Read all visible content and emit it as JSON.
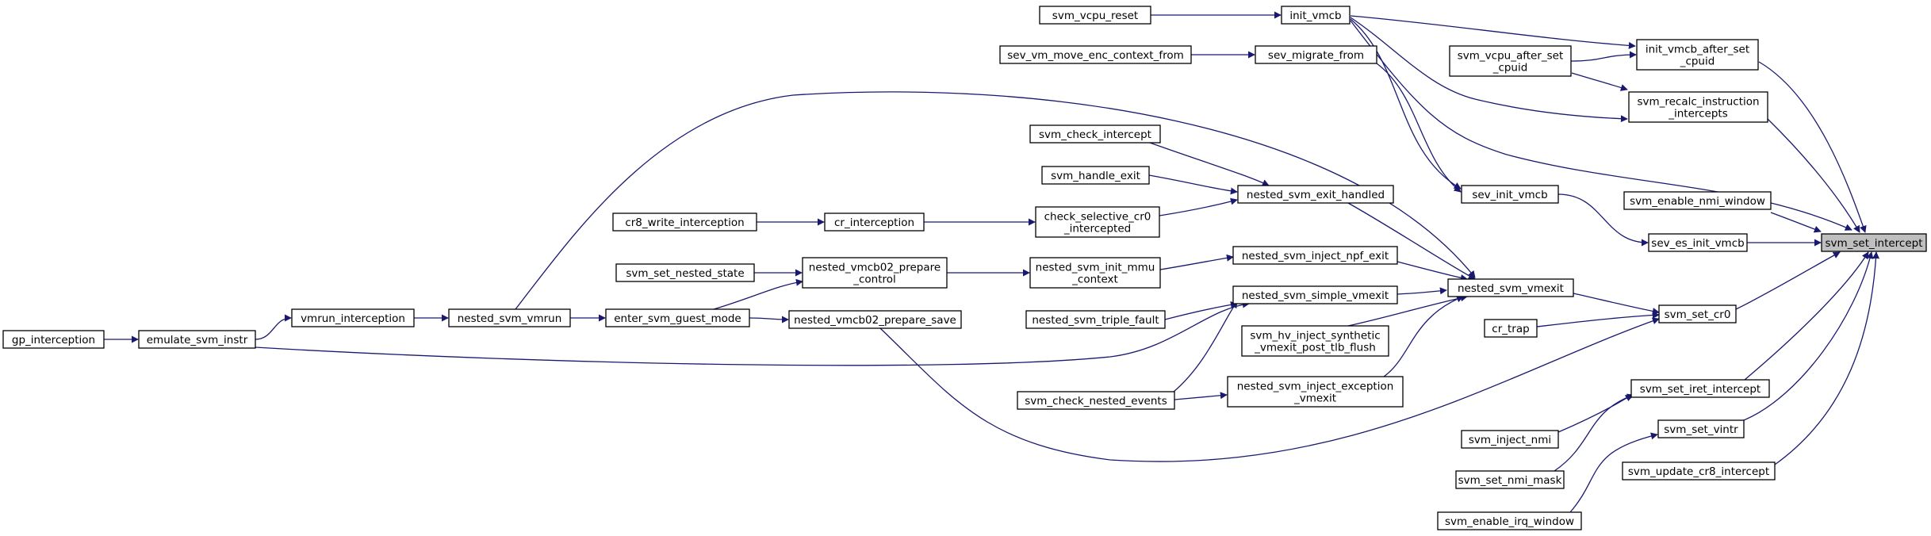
{
  "diagram": {
    "colors": {
      "edge": "#191970",
      "node_border": "#000000",
      "root_fill": "#bfbfbf",
      "node_fill": "#ffffff"
    },
    "nodes": [
      {
        "id": "svm_vcpu_reset",
        "lines": [
          "svm_vcpu_reset"
        ]
      },
      {
        "id": "init_vmcb",
        "lines": [
          "init_vmcb"
        ]
      },
      {
        "id": "sev_vm_move_enc_context_from",
        "lines": [
          "sev_vm_move_enc_context_from"
        ]
      },
      {
        "id": "sev_migrate_from",
        "lines": [
          "sev_migrate_from"
        ]
      },
      {
        "id": "svm_vcpu_after_set_cpuid",
        "lines": [
          "svm_vcpu_after_set",
          "_cpuid"
        ]
      },
      {
        "id": "init_vmcb_after_set_cpuid",
        "lines": [
          "init_vmcb_after_set",
          "_cpuid"
        ]
      },
      {
        "id": "svm_recalc_instruction_intercepts",
        "lines": [
          "svm_recalc_instruction",
          "_intercepts"
        ]
      },
      {
        "id": "svm_check_intercept",
        "lines": [
          "svm_check_intercept"
        ]
      },
      {
        "id": "svm_handle_exit",
        "lines": [
          "svm_handle_exit"
        ]
      },
      {
        "id": "nested_svm_exit_handled",
        "lines": [
          "nested_svm_exit_handled"
        ]
      },
      {
        "id": "sev_init_vmcb",
        "lines": [
          "sev_init_vmcb"
        ]
      },
      {
        "id": "svm_enable_nmi_window",
        "lines": [
          "svm_enable_nmi_window"
        ]
      },
      {
        "id": "cr8_write_interception",
        "lines": [
          "cr8_write_interception"
        ]
      },
      {
        "id": "cr_interception",
        "lines": [
          "cr_interception"
        ]
      },
      {
        "id": "check_selective_cr0_intercepted",
        "lines": [
          "check_selective_cr0",
          "_intercepted"
        ]
      },
      {
        "id": "sev_es_init_vmcb",
        "lines": [
          "sev_es_init_vmcb"
        ]
      },
      {
        "id": "svm_set_intercept",
        "lines": [
          "svm_set_intercept"
        ],
        "root": true
      },
      {
        "id": "nested_svm_inject_npf_exit",
        "lines": [
          "nested_svm_inject_npf_exit"
        ]
      },
      {
        "id": "svm_set_nested_state",
        "lines": [
          "svm_set_nested_state"
        ]
      },
      {
        "id": "nested_vmcb02_prepare_control",
        "lines": [
          "nested_vmcb02_prepare",
          "_control"
        ]
      },
      {
        "id": "nested_svm_init_mmu_context",
        "lines": [
          "nested_svm_init_mmu",
          "_context"
        ]
      },
      {
        "id": "nested_svm_vmexit",
        "lines": [
          "nested_svm_vmexit"
        ]
      },
      {
        "id": "nested_svm_simple_vmexit",
        "lines": [
          "nested_svm_simple_vmexit"
        ]
      },
      {
        "id": "gp_interception",
        "lines": [
          "gp_interception"
        ]
      },
      {
        "id": "emulate_svm_instr",
        "lines": [
          "emulate_svm_instr"
        ]
      },
      {
        "id": "vmrun_interception",
        "lines": [
          "vmrun_interception"
        ]
      },
      {
        "id": "nested_svm_vmrun",
        "lines": [
          "nested_svm_vmrun"
        ]
      },
      {
        "id": "enter_svm_guest_mode",
        "lines": [
          "enter_svm_guest_mode"
        ]
      },
      {
        "id": "nested_vmcb02_prepare_save",
        "lines": [
          "nested_vmcb02_prepare_save"
        ]
      },
      {
        "id": "nested_svm_triple_fault",
        "lines": [
          "nested_svm_triple_fault"
        ]
      },
      {
        "id": "svm_set_cr0",
        "lines": [
          "svm_set_cr0"
        ]
      },
      {
        "id": "cr_trap",
        "lines": [
          "cr_trap"
        ]
      },
      {
        "id": "svm_hv_inject_synthetic_vmexit_post_tlb_flush",
        "lines": [
          "svm_hv_inject_synthetic",
          "_vmexit_post_tlb_flush"
        ]
      },
      {
        "id": "svm_set_iret_intercept",
        "lines": [
          "svm_set_iret_intercept"
        ]
      },
      {
        "id": "svm_check_nested_events",
        "lines": [
          "svm_check_nested_events"
        ]
      },
      {
        "id": "nested_svm_inject_exception_vmexit",
        "lines": [
          "nested_svm_inject_exception",
          "_vmexit"
        ]
      },
      {
        "id": "svm_set_vintr",
        "lines": [
          "svm_set_vintr"
        ]
      },
      {
        "id": "svm_inject_nmi",
        "lines": [
          "svm_inject_nmi"
        ]
      },
      {
        "id": "svm_update_cr8_intercept",
        "lines": [
          "svm_update_cr8_intercept"
        ]
      },
      {
        "id": "svm_set_nmi_mask",
        "lines": [
          "svm_set_nmi_mask"
        ]
      },
      {
        "id": "svm_enable_irq_window",
        "lines": [
          "svm_enable_irq_window"
        ]
      }
    ],
    "edges": [
      [
        "svm_vcpu_reset",
        "init_vmcb"
      ],
      [
        "sev_vm_move_enc_context_from",
        "sev_migrate_from"
      ],
      [
        "svm_vcpu_after_set_cpuid",
        "init_vmcb_after_set_cpuid"
      ],
      [
        "svm_vcpu_after_set_cpuid",
        "svm_recalc_instruction_intercepts"
      ],
      [
        "init_vmcb",
        "init_vmcb_after_set_cpuid"
      ],
      [
        "init_vmcb",
        "svm_recalc_instruction_intercepts"
      ],
      [
        "init_vmcb",
        "sev_init_vmcb"
      ],
      [
        "init_vmcb",
        "svm_set_intercept"
      ],
      [
        "sev_migrate_from",
        "sev_init_vmcb"
      ],
      [
        "sev_init_vmcb",
        "sev_es_init_vmcb"
      ],
      [
        "init_vmcb_after_set_cpuid",
        "svm_set_intercept"
      ],
      [
        "svm_recalc_instruction_intercepts",
        "svm_set_intercept"
      ],
      [
        "svm_enable_nmi_window",
        "svm_set_intercept"
      ],
      [
        "sev_es_init_vmcb",
        "svm_set_intercept"
      ],
      [
        "svm_set_cr0",
        "svm_set_intercept"
      ],
      [
        "svm_set_iret_intercept",
        "svm_set_intercept"
      ],
      [
        "svm_set_vintr",
        "svm_set_intercept"
      ],
      [
        "svm_update_cr8_intercept",
        "svm_set_intercept"
      ],
      [
        "svm_check_intercept",
        "nested_svm_exit_handled"
      ],
      [
        "svm_handle_exit",
        "nested_svm_exit_handled"
      ],
      [
        "check_selective_cr0_intercepted",
        "nested_svm_exit_handled"
      ],
      [
        "cr8_write_interception",
        "cr_interception"
      ],
      [
        "cr_interception",
        "check_selective_cr0_intercepted"
      ],
      [
        "svm_set_nested_state",
        "nested_vmcb02_prepare_control"
      ],
      [
        "enter_svm_guest_mode",
        "nested_vmcb02_prepare_control"
      ],
      [
        "enter_svm_guest_mode",
        "nested_vmcb02_prepare_save"
      ],
      [
        "nested_vmcb02_prepare_control",
        "nested_svm_init_mmu_context"
      ],
      [
        "nested_svm_init_mmu_context",
        "nested_svm_inject_npf_exit"
      ],
      [
        "nested_svm_exit_handled",
        "nested_svm_vmexit"
      ],
      [
        "nested_svm_inject_npf_exit",
        "nested_svm_vmexit"
      ],
      [
        "nested_svm_simple_vmexit",
        "nested_svm_vmexit"
      ],
      [
        "nested_svm_vmrun",
        "nested_svm_vmexit"
      ],
      [
        "svm_hv_inject_synthetic_vmexit_post_tlb_flush",
        "nested_svm_vmexit"
      ],
      [
        "nested_svm_inject_exception_vmexit",
        "nested_svm_vmexit"
      ],
      [
        "nested_svm_vmexit",
        "svm_set_cr0"
      ],
      [
        "cr_trap",
        "svm_set_cr0"
      ],
      [
        "nested_vmcb02_prepare_save",
        "svm_set_cr0"
      ],
      [
        "gp_interception",
        "emulate_svm_instr"
      ],
      [
        "emulate_svm_instr",
        "vmrun_interception"
      ],
      [
        "emulate_svm_instr",
        "nested_svm_simple_vmexit"
      ],
      [
        "vmrun_interception",
        "nested_svm_vmrun"
      ],
      [
        "nested_svm_vmrun",
        "enter_svm_guest_mode"
      ],
      [
        "nested_svm_triple_fault",
        "nested_svm_simple_vmexit"
      ],
      [
        "svm_check_nested_events",
        "nested_svm_simple_vmexit"
      ],
      [
        "svm_check_nested_events",
        "nested_svm_inject_exception_vmexit"
      ],
      [
        "svm_inject_nmi",
        "svm_set_iret_intercept"
      ],
      [
        "svm_set_nmi_mask",
        "svm_set_iret_intercept"
      ],
      [
        "svm_enable_irq_window",
        "svm_set_vintr"
      ]
    ]
  }
}
